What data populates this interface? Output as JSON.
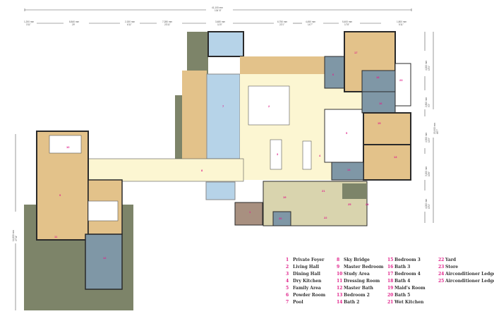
{
  "dimensions": {
    "overall_width": {
      "mm": "41,100 mm",
      "ft": "134' 8\""
    },
    "top_segments": [
      {
        "mm": "1,200 mm",
        "ft": "3'11\""
      },
      {
        "mm": "8,840 mm",
        "ft": "29'"
      },
      {
        "mm": "2,150 mm",
        "ft": "6'11\""
      },
      {
        "mm": "7,280 mm",
        "ft": "23'11\""
      },
      {
        "mm": "3,480 mm",
        "ft": "11'5\""
      },
      {
        "mm": "6,750 mm",
        "ft": "22'1\""
      },
      {
        "mm": "4,450 mm",
        "ft": "14'7\""
      },
      {
        "mm": "5,400 mm",
        "ft": "17'8\""
      },
      {
        "mm": "1,800 mm",
        "ft": "5'11\""
      }
    ],
    "right_overall": {
      "mm": "20,900 mm",
      "ft": "68'7\""
    },
    "right_segments": [
      {
        "mm": "4,000 mm",
        "ft": "13'1\""
      },
      {
        "mm": "2,800 mm",
        "ft": "9'2\""
      },
      {
        "mm": "4,500 mm",
        "ft": "14'9\""
      },
      {
        "mm": "3,200 mm",
        "ft": "10'6\""
      },
      {
        "mm": "4,000 mm",
        "ft": "13'1\""
      }
    ],
    "left_overall": {
      "mm": "14,600 mm",
      "ft": "47'11\""
    }
  },
  "legend": {
    "items": [
      {
        "num": "1",
        "name": "Private Foyer"
      },
      {
        "num": "2",
        "name": "Living Hall"
      },
      {
        "num": "3",
        "name": "Dining Hall"
      },
      {
        "num": "4",
        "name": "Dry Kitchen"
      },
      {
        "num": "5",
        "name": "Family Area"
      },
      {
        "num": "6",
        "name": "Powder Room"
      },
      {
        "num": "7",
        "name": "Pool"
      },
      {
        "num": "8",
        "name": "Sky Bridge"
      },
      {
        "num": "9",
        "name": "Master Bedroom"
      },
      {
        "num": "10",
        "name": "Study Area"
      },
      {
        "num": "11",
        "name": "Dressing Room"
      },
      {
        "num": "12",
        "name": "Master Bath"
      },
      {
        "num": "13",
        "name": "Bedroom 2"
      },
      {
        "num": "14",
        "name": "Bath 2"
      },
      {
        "num": "15",
        "name": "Bedroom 3"
      },
      {
        "num": "16",
        "name": "Bath 3"
      },
      {
        "num": "17",
        "name": "Bedroom 4"
      },
      {
        "num": "18",
        "name": "Bath 4"
      },
      {
        "num": "19",
        "name": "Maid's Room"
      },
      {
        "num": "20",
        "name": "Bath 5"
      },
      {
        "num": "21",
        "name": "Wet Kitchen"
      },
      {
        "num": "22",
        "name": "Yard"
      },
      {
        "num": "23",
        "name": "Store"
      },
      {
        "num": "24",
        "name": "Airconditioner Ledge 1"
      },
      {
        "num": "25",
        "name": "Airconditioner Ledge 2"
      }
    ]
  },
  "colors": {
    "room_tan": "#e3c28a",
    "living_cream": "#fcf6d2",
    "pool_blue": "#b6d3e8",
    "bath_slate": "#7f97a6",
    "garden_olive": "#7d8469",
    "service_beige": "#d9d4ae",
    "foyer_brown": "#a89080",
    "wall": "#2a2a2a",
    "label_pink": "#e0208a"
  }
}
